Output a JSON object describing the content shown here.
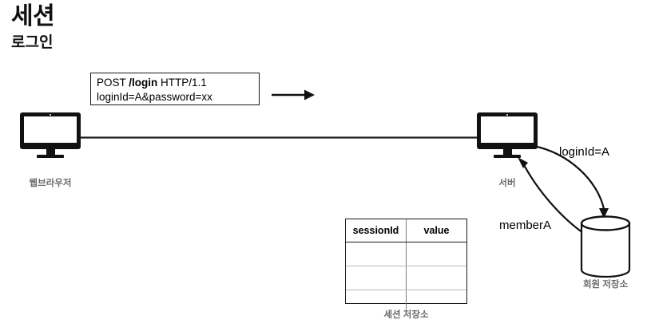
{
  "page": {
    "title": "세션",
    "subtitle": "로그인",
    "background": "#ffffff",
    "ink": "#000000",
    "caption_color": "#6b6b6b"
  },
  "request_box": {
    "line1_prefix": "POST ",
    "line1_bold": "/login",
    "line1_suffix": " HTTP/1.1",
    "line2": "loginId=A&password=xx"
  },
  "nodes": {
    "browser": {
      "label": "웹브라우저",
      "icon": "monitor-icon"
    },
    "server": {
      "label": "서버",
      "icon": "monitor-icon"
    },
    "member_store": {
      "label": "회원 저장소",
      "icon": "database-cylinder-icon"
    },
    "session_store": {
      "label": "세션 저장소",
      "icon": "table-icon"
    }
  },
  "edges": {
    "request_arrow": "arrow-right-icon",
    "server_to_db": "loginId=A",
    "db_to_server": "memberA",
    "network_wire": "browser-server-link"
  },
  "session_table": {
    "columns": [
      "sessionId",
      "value"
    ],
    "rows": [
      [
        "",
        ""
      ],
      [
        "",
        ""
      ],
      [
        "",
        ""
      ]
    ]
  }
}
